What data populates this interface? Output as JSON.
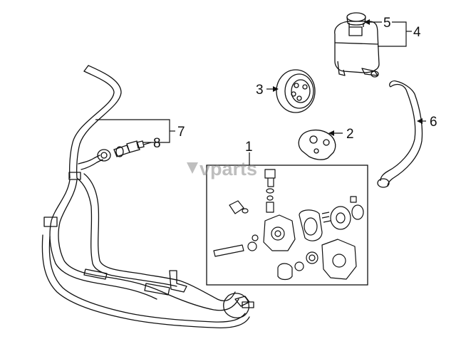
{
  "diagram": {
    "callouts": [
      {
        "id": "1",
        "label": "1"
      },
      {
        "id": "2",
        "label": "2"
      },
      {
        "id": "3",
        "label": "3"
      },
      {
        "id": "4",
        "label": "4"
      },
      {
        "id": "5",
        "label": "5"
      },
      {
        "id": "6",
        "label": "6"
      },
      {
        "id": "7",
        "label": "7"
      },
      {
        "id": "8",
        "label": "8"
      }
    ],
    "watermark": "vparts",
    "colors": {
      "ink": "#111111",
      "paper": "#ffffff",
      "watermark": "#8a8a8a"
    }
  }
}
